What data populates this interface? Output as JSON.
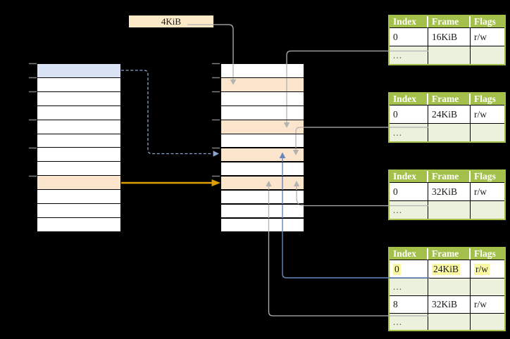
{
  "size_label": "4KiB",
  "memory": {
    "virtual": {
      "cells": [
        "blue",
        "white",
        "white",
        "white",
        "white",
        "white",
        "white",
        "white",
        "orange",
        "white",
        "white",
        "white"
      ]
    },
    "physical": {
      "cells": [
        "white",
        "orange",
        "white",
        "white",
        "orange",
        "white",
        "orange",
        "white",
        "orange",
        "white",
        "white",
        "white"
      ]
    }
  },
  "tables": [
    {
      "headers": [
        "Index",
        "Frame",
        "Flags"
      ],
      "rows": [
        {
          "index": "0",
          "frame": "16KiB",
          "flags": "r/w"
        },
        {
          "index": "...",
          "frame": "",
          "flags": ""
        }
      ]
    },
    {
      "headers": [
        "Index",
        "Frame",
        "Flags"
      ],
      "rows": [
        {
          "index": "0",
          "frame": "24KiB",
          "flags": "r/w"
        },
        {
          "index": "...",
          "frame": "",
          "flags": ""
        }
      ]
    },
    {
      "headers": [
        "Index",
        "Frame",
        "Flags"
      ],
      "rows": [
        {
          "index": "0",
          "frame": "32KiB",
          "flags": "r/w"
        },
        {
          "index": "...",
          "frame": "",
          "flags": ""
        }
      ]
    },
    {
      "headers": [
        "Index",
        "Frame",
        "Flags"
      ],
      "rows": [
        {
          "index": "0",
          "frame": "24KiB",
          "flags": "r/w",
          "highlighted": true
        },
        {
          "index": "...",
          "frame": "",
          "flags": ""
        },
        {
          "index": "8",
          "frame": "32KiB",
          "flags": "r/w"
        },
        {
          "index": "...",
          "frame": "",
          "flags": ""
        }
      ]
    }
  ],
  "colors": {
    "background": "#000000",
    "cell_white": "#ffffff",
    "cell_blue": "#dae3f3",
    "cell_orange": "#fce5cd",
    "label_cream": "#fce9c8",
    "table_header_green": "#a3c14a",
    "table_row_green": "#ebf1dd",
    "highlight_yellow": "#fbf7a3",
    "arrow_gray": "#b3b3b3",
    "arrow_blue": "#6787bd",
    "arrow_blue_dashed": "#8ca5ce",
    "arrow_orange": "#dc9e00",
    "tick_gray": "#7f7f7f"
  }
}
